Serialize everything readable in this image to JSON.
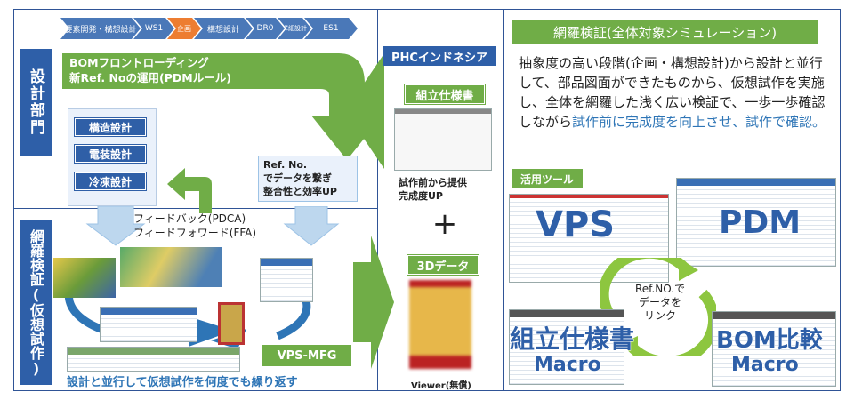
{
  "timeline": [
    "要素開発・構想設計",
    "WS1",
    "企画",
    "構想設計",
    "DR0",
    "詳細設計",
    "ES1"
  ],
  "dept_label": "設計部門",
  "vsim_label": "網羅検証(仮想試作)",
  "bom_text": "BOMフロントローディング\n新Ref. Noの運用(PDMルール)",
  "design_items": [
    "構造設計",
    "電装設計",
    "冷凍設計"
  ],
  "refno_box": "Ref. No.\nでデータを繋ぎ\n整合性と効率UP",
  "feedback": "フィードバック(PDCA)\nフィードフォワード(FFA)",
  "vps_mfg": "VPS-MFG",
  "repeat_text": "設計と並行して仮想試作を何度でも繰り返す",
  "phc": "PHCインドネシア",
  "assembly_spec": "組立仕様書",
  "pre_trial": "試作前から提供\n完成度UP",
  "plus": "+",
  "data3d": "3Dデータ",
  "viewer": "Viewer(無償)",
  "sim_title": "網羅検証(全体対象シミュレーション)",
  "sim_body_black": "抽象度の高い段階(企画・構想設計)から設計と並行して、部品図面ができたものから、仮想試作を実施し、全体を網羅した浅く広い検証で、一歩一歩確認しながら",
  "sim_body_blue": "試作前に完成度を向上させ、試作で確認。",
  "tools": "活用ツール",
  "vps": "VPS",
  "pdm": "PDM",
  "cycle_text": "Ref.NO.で\nデータを\nリンク",
  "macro1_title": "組立仕様書",
  "macro1_sub": "Macro",
  "macro2_title": "BOM比較",
  "macro2_sub": "Macro",
  "colors": {
    "blue": "#2e5fa8",
    "green": "#70ad47",
    "text_blue": "#2e75b6"
  }
}
